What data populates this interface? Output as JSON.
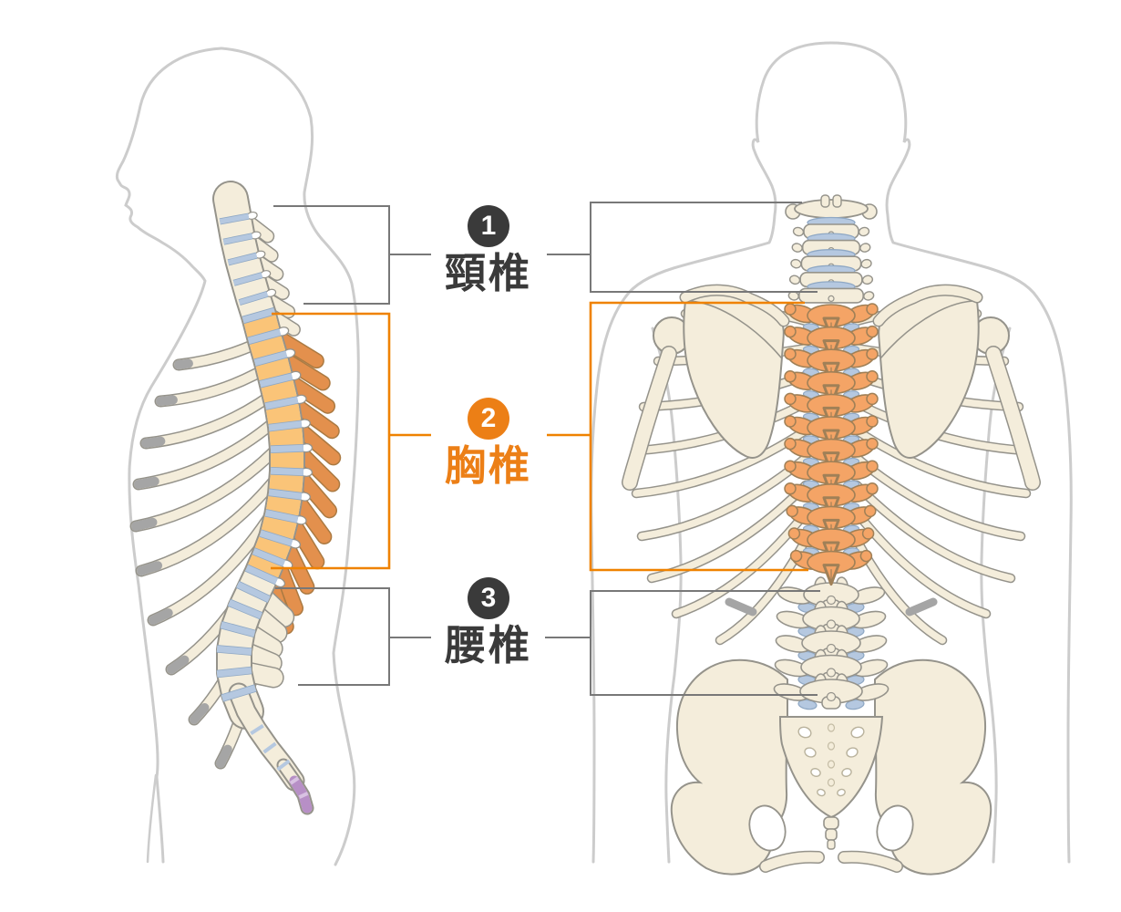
{
  "labels": [
    {
      "number": "1",
      "name": "頸椎"
    },
    {
      "number": "2",
      "name": "胸椎"
    },
    {
      "number": "3",
      "name": "腰椎"
    }
  ],
  "colors": {
    "highlight_orange": "#ec7f16",
    "callout_orange": "#ef8200",
    "label_dark": "#3a3a3a",
    "callout_gray": "#787878",
    "bone_cream": "#f4eddb",
    "bone_outline": "#95938b",
    "disc_blue": "#b5c8e0",
    "disc_edge": "#8fa8c4",
    "thoracic_body_orange": "#fac478",
    "thoracic_process_orange": "#e3904d",
    "process_edge": "#ab7a42",
    "back_spine_orange": "#f4a466",
    "back_spine_edge": "#a08057",
    "coccyx_purple": "#b78fc6",
    "shadow_gray": "#a5a5a5",
    "body_outline_gray": "#cccccc",
    "facet_white": "#ffffff"
  }
}
